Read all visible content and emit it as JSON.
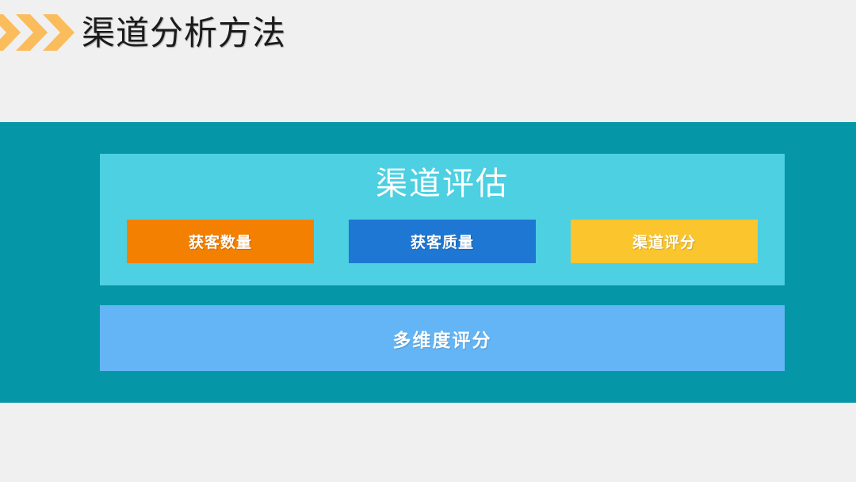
{
  "header": {
    "title": "渠道分析方法",
    "chevron_icon": "chevron-right-icon",
    "chevron_count": 3,
    "chevron_color": "#fbbc5c",
    "title_color": "#1b1b1b"
  },
  "background_color": "#f0f0f0",
  "diagram": {
    "band_color": "#0597a7",
    "panel": {
      "color": "#4dd0e1",
      "title": "渠道评估",
      "boxes": [
        {
          "label": "获客数量",
          "color": "#f38000"
        },
        {
          "label": "获客质量",
          "color": "#1e77d3"
        },
        {
          "label": "渠道评分",
          "color": "#fbc52d"
        }
      ]
    },
    "bottom_bar": {
      "label": "多维度评分",
      "color": "#64b5f6"
    }
  }
}
